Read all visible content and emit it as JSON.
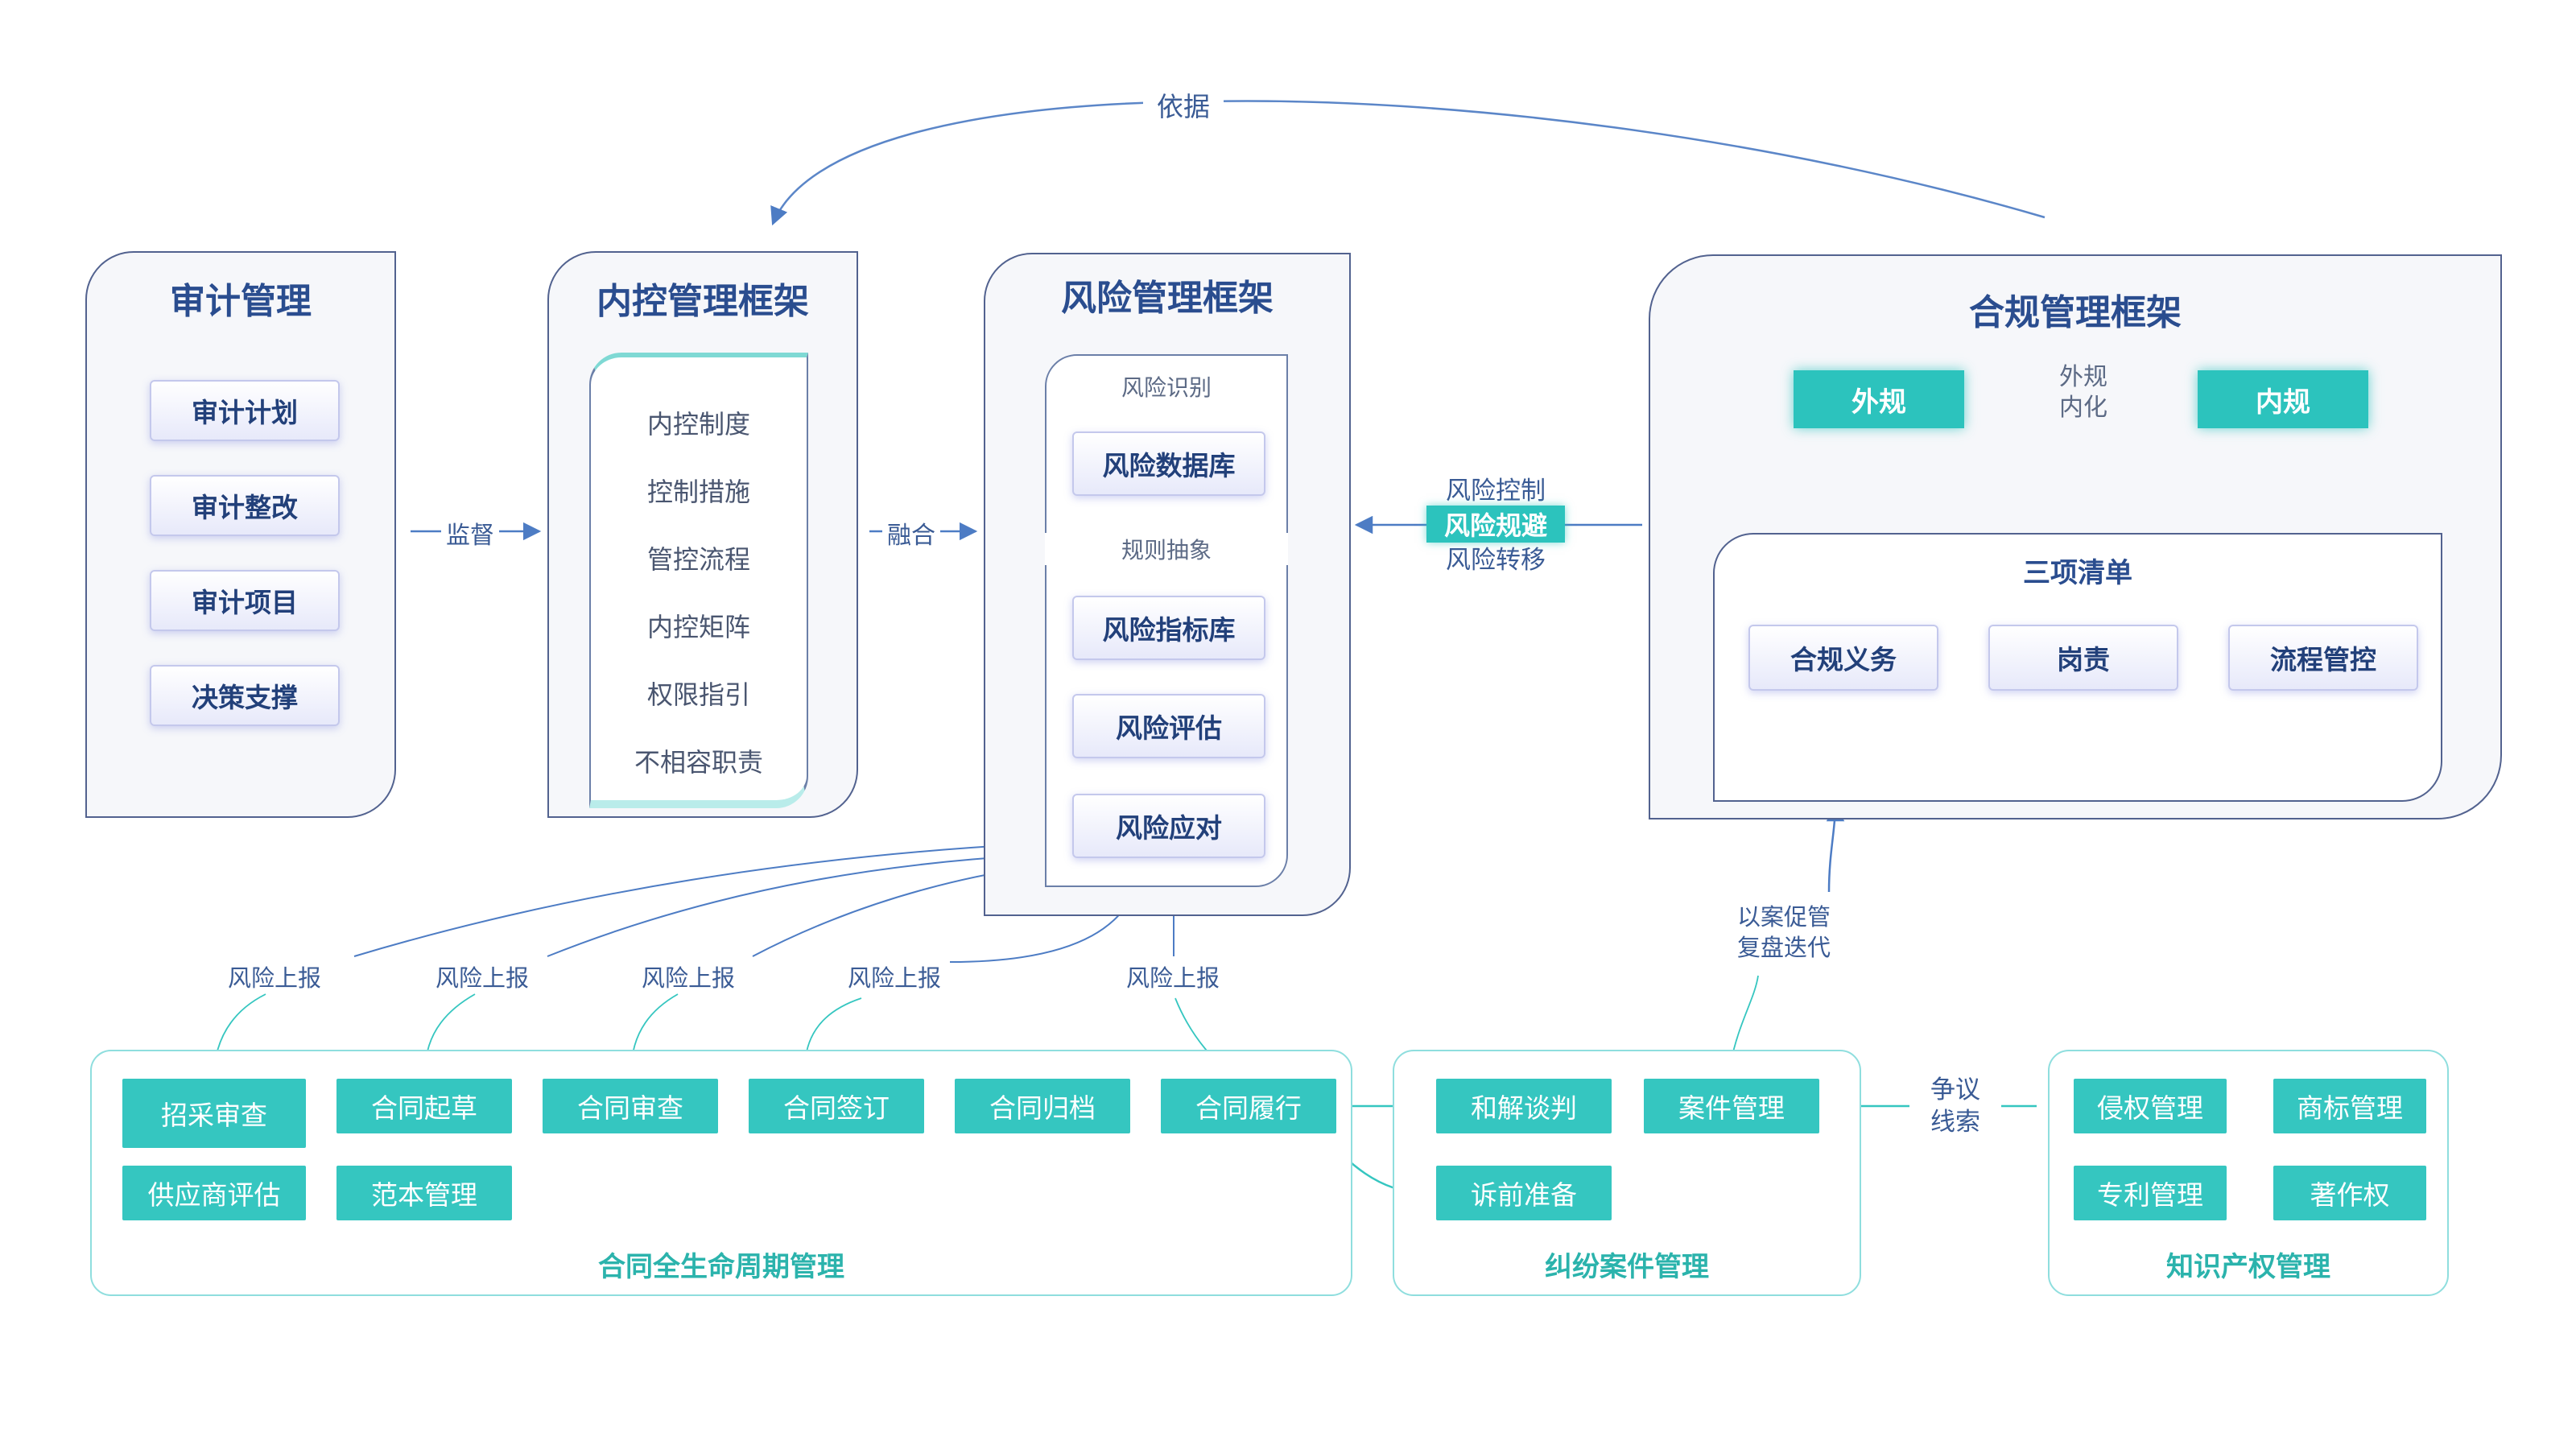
{
  "top_label": "依据",
  "audit": {
    "title": "审计管理",
    "items": [
      "审计计划",
      "审计整改",
      "审计项目",
      "决策支撑"
    ]
  },
  "internal_control": {
    "title": "内控管理框架",
    "items": [
      "内控制度",
      "控制措施",
      "管控流程",
      "内控矩阵",
      "权限指引",
      "不相容职责"
    ]
  },
  "risk": {
    "title": "风险管理框架",
    "step_identify": "风险识别",
    "database": "风险数据库",
    "step_abstract": "规则抽象",
    "indicators": "风险指标库",
    "assessment": "风险评估",
    "response": "风险应对"
  },
  "compliance": {
    "title": "合规管理框架",
    "external": "外规",
    "internalize": "外规\n内化",
    "internal": "内规",
    "three_lists_title": "三项清单",
    "lists": [
      "合规义务",
      "岗责",
      "流程管控"
    ]
  },
  "connectors": {
    "supervise": "监督",
    "fuse": "融合",
    "risk_control": "风险控制",
    "risk_avoid": "风险规避",
    "risk_transfer": "风险转移",
    "case_promote": "以案促管",
    "review_iterate": "复盘迭代",
    "dispute_clue": "争议\n线索",
    "risk_report": "风险上报"
  },
  "contract": {
    "title": "合同全生命周期管理",
    "steps": [
      "招采审查",
      "合同起草",
      "合同审查",
      "合同签订",
      "合同归档",
      "合同履行"
    ],
    "supplier": "供应商评估",
    "template": "范本管理"
  },
  "dispute": {
    "title": "纠纷案件管理",
    "negotiation": "和解谈判",
    "case_mgmt": "案件管理",
    "pre_litigation": "诉前准备"
  },
  "ip": {
    "title": "知识产权管理",
    "infringement": "侵权管理",
    "trademark": "商标管理",
    "patent": "专利管理",
    "copyright": "著作权"
  },
  "colors": {
    "navy": "#52628f",
    "title_blue": "#2a4d8f",
    "teal": "#35c6c0",
    "arrow_blue": "#4d7cc4"
  }
}
